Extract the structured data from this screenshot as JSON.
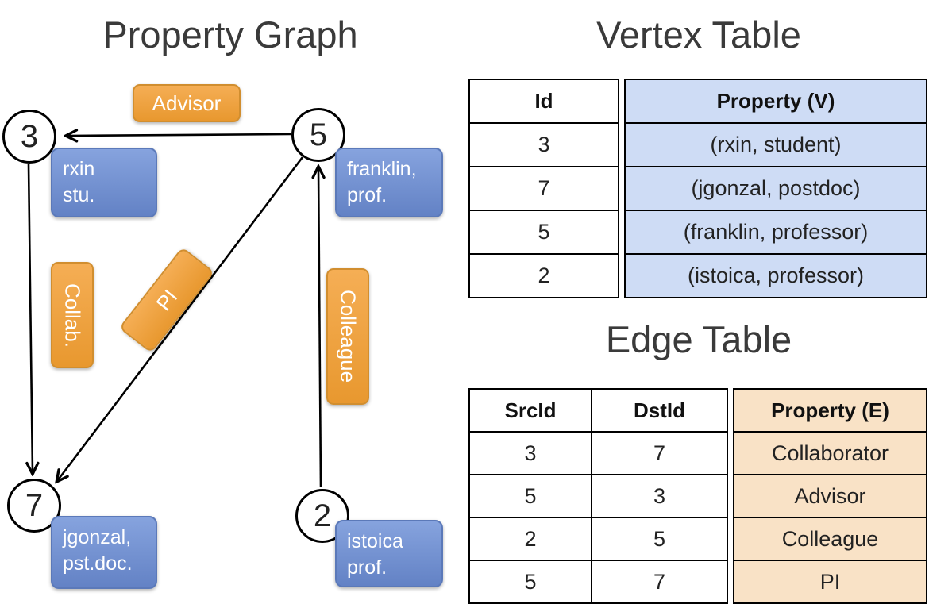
{
  "titles": {
    "property_graph": "Property Graph",
    "vertex_table": "Vertex Table",
    "edge_table": "Edge Table"
  },
  "graph": {
    "nodes": [
      {
        "id": "3",
        "property": "rxin\nstu."
      },
      {
        "id": "5",
        "property": "franklin,\nprof."
      },
      {
        "id": "7",
        "property": "jgonzal,\npst.doc."
      },
      {
        "id": "2",
        "property": "istoica\nprof."
      }
    ],
    "edge_labels": {
      "advisor": "Advisor",
      "collab": "Collab.",
      "pi": "PI",
      "colleague": "Colleague"
    }
  },
  "vertex_table": {
    "columns": [
      "Id",
      "Property (V)"
    ],
    "rows": [
      [
        "3",
        "(rxin, student)"
      ],
      [
        "7",
        "(jgonzal, postdoc)"
      ],
      [
        "5",
        "(franklin, professor)"
      ],
      [
        "2",
        "(istoica, professor)"
      ]
    ]
  },
  "edge_table": {
    "columns": [
      "SrcId",
      "DstId",
      "Property (E)"
    ],
    "rows": [
      [
        "3",
        "7",
        "Collaborator"
      ],
      [
        "5",
        "3",
        "Advisor"
      ],
      [
        "2",
        "5",
        "Colleague"
      ],
      [
        "5",
        "7",
        "PI"
      ]
    ]
  },
  "colors": {
    "vertex_box": "#6382c5",
    "edge_box": "#eda23f",
    "vertex_table_bg": "#cedcf5",
    "edge_table_bg": "#f9e2c6"
  }
}
